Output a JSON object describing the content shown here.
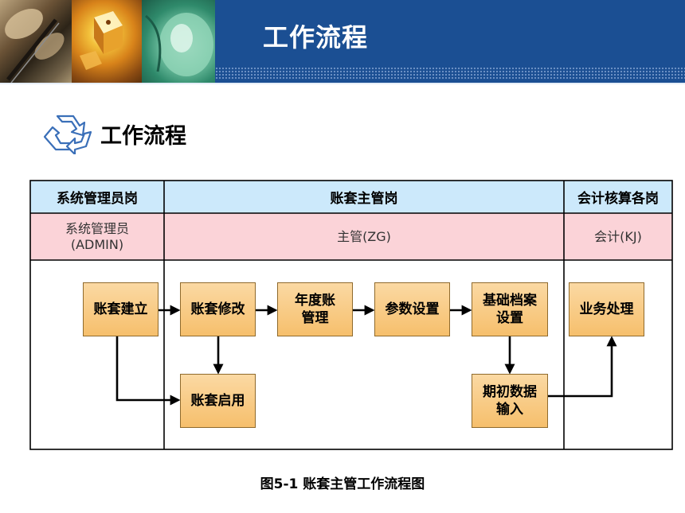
{
  "header": {
    "title": "工作流程"
  },
  "section": {
    "title": "工作流程"
  },
  "table": {
    "columns": [
      {
        "header": "系统管理员岗",
        "role": "系统管理员\n(ADMIN)"
      },
      {
        "header": "账套主管岗",
        "role": "主管(ZG)"
      },
      {
        "header": "会计核算各岗",
        "role": "会计(KJ)"
      }
    ]
  },
  "steps": {
    "create_account": "账套建立",
    "modify_account": "账套修改",
    "annual_account": "年度账\n管理",
    "parameter_setup": "参数设置",
    "basic_archive": "基础档案\n设置",
    "business_process": "业务处理",
    "enable_account": "账套启用",
    "opening_data": "期初数据\n输入"
  },
  "caption": "图5-1  账套主管工作流程图",
  "colors": {
    "header_bg": "#1b4f93",
    "table_header_bg": "#cce9fb",
    "role_row_bg": "#fbd3d8",
    "box_fill": "#f6bf6c",
    "recycle_icon": "#3a6fb8"
  }
}
